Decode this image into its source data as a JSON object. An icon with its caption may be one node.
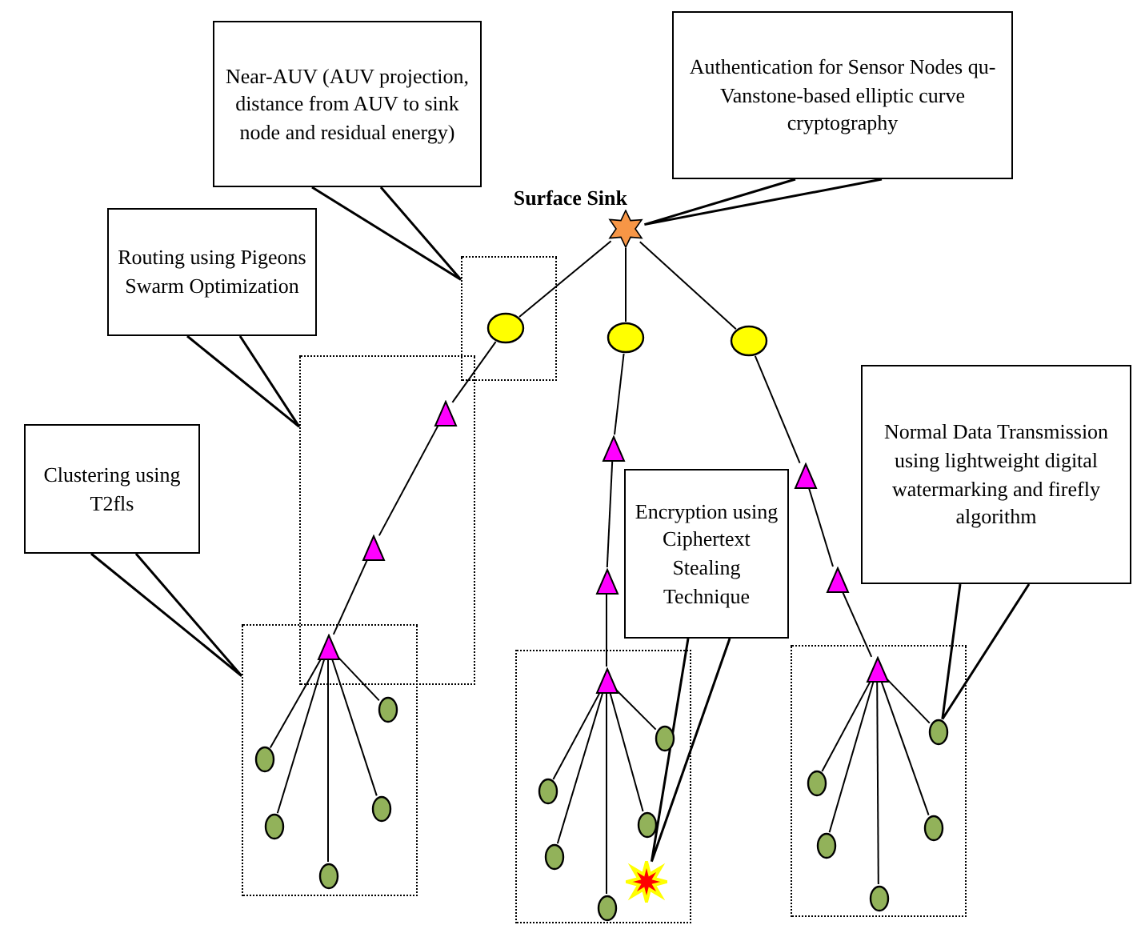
{
  "diagram": {
    "nodes": [
      {
        "text": [
          "Near-AUV (AUV projection, distance from AUV to sink node and residual energy)"
        ]
      },
      {
        "text": [
          "Authentication for Sensor Nodes qu-Vanstone-based elliptic curve cryptography"
        ]
      },
      {
        "text": [],
        "shape": "star",
        "beside": [
          "Surface Sink"
        ]
      },
      {
        "text": [
          "Routing using Pigeons Swarm Optimization"
        ]
      },
      {
        "text": [],
        "shape": "box"
      },
      {
        "text": [],
        "shape": "circle",
        "in": 4
      },
      {
        "text": [],
        "shape": "circle"
      },
      {
        "text": [],
        "shape": "circle"
      },
      {
        "text": [],
        "shape": "box"
      },
      {
        "text": [],
        "shape": "triangle",
        "in": 8
      },
      {
        "text": [
          "Normal Data Transmission using lightweight digital watermarking and firefly algorithm"
        ]
      },
      {
        "text": [],
        "shape": "triangle"
      },
      {
        "text": [
          "Clustering using T2fls"
        ]
      },
      {
        "text": [],
        "shape": "triangle"
      },
      {
        "text": [
          "Encryption using Ciphertext Stealing Technique"
        ]
      },
      {
        "text": [],
        "shape": "triangle",
        "in": 8
      },
      {
        "text": [],
        "shape": "triangle"
      },
      {
        "text": [],
        "shape": "triangle"
      },
      {
        "text": [],
        "shape": "box"
      },
      {
        "text": [],
        "shape": "triangle"
      },
      {
        "text": [],
        "shape": "box"
      },
      {
        "text": [],
        "shape": "triangle",
        "in": 20
      },
      {
        "text": [],
        "shape": "box"
      },
      {
        "text": [],
        "shape": "triangle",
        "in": 22
      },
      {
        "text": [],
        "shape": "circle",
        "in": 18
      },
      {
        "text": [],
        "shape": "circle",
        "in": 18
      },
      {
        "text": [],
        "shape": "circle",
        "in": 18
      },
      {
        "text": [],
        "shape": "circle",
        "in": 18
      },
      {
        "text": [],
        "shape": "circle",
        "in": 18
      },
      {
        "text": [],
        "shape": "circle",
        "in": 20
      },
      {
        "text": [],
        "shape": "circle",
        "in": 20
      },
      {
        "text": [],
        "shape": "circle",
        "in": 20
      },
      {
        "text": [],
        "shape": "circle",
        "in": 20
      },
      {
        "text": [],
        "shape": "circle",
        "in": 20
      },
      {
        "text": [],
        "shape": "burst",
        "in": 20
      },
      {
        "text": [],
        "shape": "circle",
        "in": 22
      },
      {
        "text": [],
        "shape": "circle",
        "in": 22
      },
      {
        "text": [],
        "shape": "circle",
        "in": 22
      },
      {
        "text": [],
        "shape": "circle",
        "in": 22
      },
      {
        "text": [],
        "shape": "circle",
        "in": 22
      }
    ],
    "edges": [
      {
        "from": 2,
        "to": 5,
        "arrow": "none"
      },
      {
        "from": 2,
        "to": 6,
        "arrow": "none"
      },
      {
        "from": 2,
        "to": 7,
        "arrow": "none"
      },
      {
        "from": 5,
        "to": 9,
        "arrow": "none"
      },
      {
        "from": 9,
        "to": 15,
        "arrow": "none"
      },
      {
        "from": 15,
        "to": 19,
        "arrow": "none"
      },
      {
        "from": 19,
        "to": 24,
        "arrow": "none"
      },
      {
        "from": 19,
        "to": 25,
        "arrow": "none"
      },
      {
        "from": 19,
        "to": 26,
        "arrow": "none"
      },
      {
        "from": 19,
        "to": 27,
        "arrow": "none"
      },
      {
        "from": 19,
        "to": 28,
        "arrow": "none"
      },
      {
        "from": 6,
        "to": 11,
        "arrow": "none"
      },
      {
        "from": 11,
        "to": 16,
        "arrow": "none"
      },
      {
        "from": 16,
        "to": 21,
        "arrow": "none"
      },
      {
        "from": 21,
        "to": 29,
        "arrow": "none"
      },
      {
        "from": 21,
        "to": 30,
        "arrow": "none"
      },
      {
        "from": 21,
        "to": 31,
        "arrow": "none"
      },
      {
        "from": 21,
        "to": 32,
        "arrow": "none"
      },
      {
        "from": 21,
        "to": 33,
        "arrow": "none"
      },
      {
        "from": 7,
        "to": 13,
        "arrow": "none"
      },
      {
        "from": 13,
        "to": 17,
        "arrow": "none"
      },
      {
        "from": 17,
        "to": 23,
        "arrow": "none"
      },
      {
        "from": 23,
        "to": 35,
        "arrow": "none"
      },
      {
        "from": 23,
        "to": 36,
        "arrow": "none"
      },
      {
        "from": 23,
        "to": 37,
        "arrow": "none"
      },
      {
        "from": 23,
        "to": 38,
        "arrow": "none"
      },
      {
        "from": 23,
        "to": 39,
        "arrow": "none"
      },
      {
        "from": 0,
        "to": 4,
        "arrow": "none"
      },
      {
        "from": 3,
        "to": 8,
        "arrow": "none"
      },
      {
        "from": 12,
        "to": 18,
        "arrow": "none"
      },
      {
        "from": 1,
        "to": 2,
        "arrow": "none"
      },
      {
        "from": 14,
        "to": 34,
        "arrow": "none"
      },
      {
        "from": 10,
        "to": 35,
        "arrow": "none"
      }
    ]
  }
}
